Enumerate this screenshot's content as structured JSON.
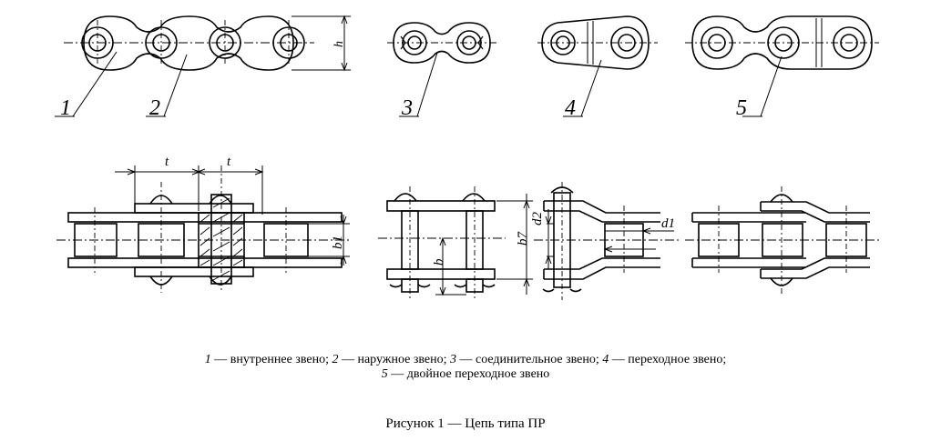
{
  "top_callouts": [
    "1",
    "2",
    "3",
    "4",
    "5"
  ],
  "dimension_labels": {
    "h": "h",
    "t_left": "t",
    "t_right": "t",
    "b1": "b1",
    "b": "b",
    "b7": "b7",
    "d2": "d2",
    "d1": "d1"
  },
  "legend": {
    "line1": [
      {
        "num": "1",
        "text": " — внутреннее звено; "
      },
      {
        "num": "2",
        "text": " — наружное звено; "
      },
      {
        "num": "3",
        "text": " — соединительное звено; "
      },
      {
        "num": "4",
        "text": " — переходное звено;"
      }
    ],
    "line2": [
      {
        "num": "5",
        "text": " — двойное переходное звено"
      }
    ]
  },
  "caption": "Рисунок 1 — Цепь типа ПР"
}
